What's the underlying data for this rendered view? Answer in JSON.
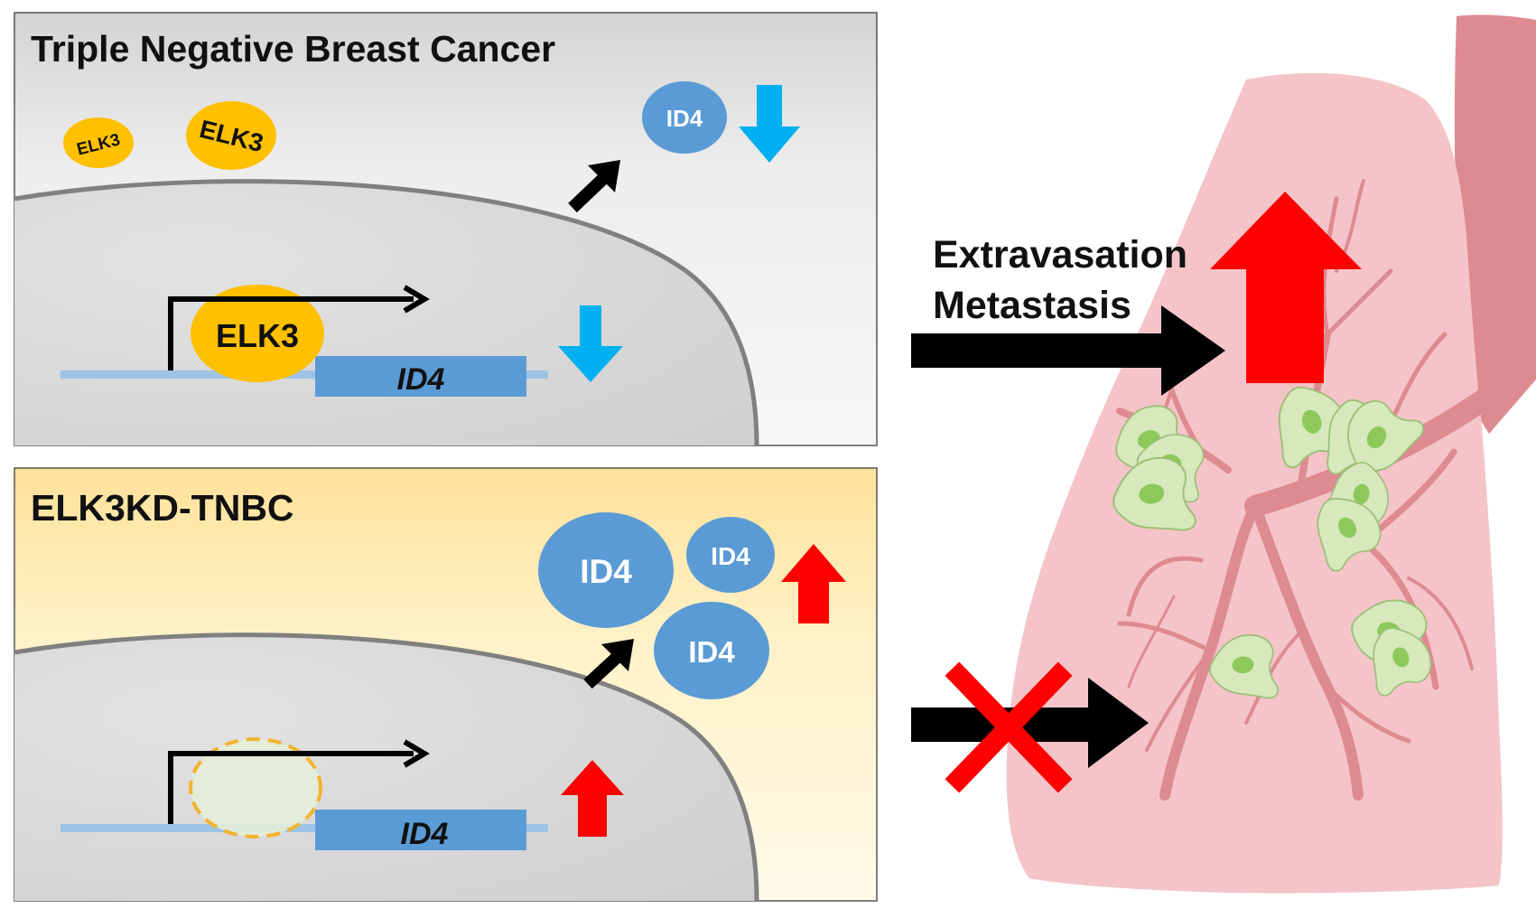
{
  "panels": {
    "tnbc": {
      "title": "Triple Negative Breast Cancer",
      "factor_small_1": "ELK3",
      "factor_small_2": "ELK3",
      "factor_bound": "ELK3",
      "gene": "ID4",
      "protein": "ID4",
      "protein_trend": "down",
      "gene_trend": "down"
    },
    "knockdown": {
      "title": "ELK3KD-TNBC",
      "gene": "ID4",
      "proteins": [
        "ID4",
        "ID4",
        "ID4"
      ],
      "protein_trend": "up",
      "gene_trend": "up"
    }
  },
  "outcome": {
    "line1": "Extravasation",
    "line2": "Metastasis",
    "tnbc_trend": "up",
    "knockdown_blocked": true
  },
  "colors": {
    "elk3": "#FFC000",
    "id4": "#5B9BD5",
    "down_arrow": "#00B0F0",
    "up_arrow": "#FF0000",
    "lung": "#F4C4C8",
    "vessel": "#DE8A91",
    "cell": "#D6E8BC",
    "nucleus": "#8DC95A"
  },
  "icons": {
    "tnbc_protein_down": "down-arrow-icon",
    "tnbc_gene_down": "down-arrow-icon",
    "kd_protein_up": "up-arrow-icon",
    "kd_gene_up": "up-arrow-icon",
    "metastasis_up": "up-arrow-icon",
    "blocked": "x-mark-icon"
  }
}
